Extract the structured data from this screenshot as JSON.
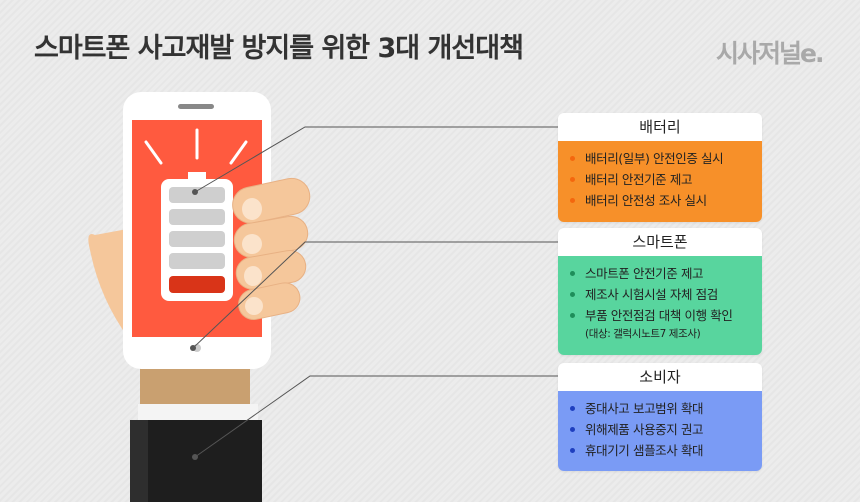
{
  "title": "스마트폰 사고재발 방지를 위한 3대 개선대책",
  "logo": "시사저널e.",
  "colors": {
    "battery": "#F79029",
    "smartphone": "#58D59E",
    "consumer": "#7A9BF5",
    "screen": "#FF5A3F"
  },
  "sections": [
    {
      "header": "배터리",
      "items": [
        "배터리(일부) 안전인증 실시",
        "배터리 안전기준 제고",
        "배터리 안전성 조사 실시"
      ]
    },
    {
      "header": "스마트폰",
      "items": [
        "스마트폰 안전기준 제고",
        "제조사 시험시설 자체 점검",
        "부품 안전점검 대책 이행 확인"
      ],
      "note": "(대상: 갤럭시노트7 제조사)"
    },
    {
      "header": "소비자",
      "items": [
        "중대사고 보고범위 확대",
        "위해제품 사용중지 권고",
        "휴대기기 샘플조사 확대"
      ]
    }
  ]
}
